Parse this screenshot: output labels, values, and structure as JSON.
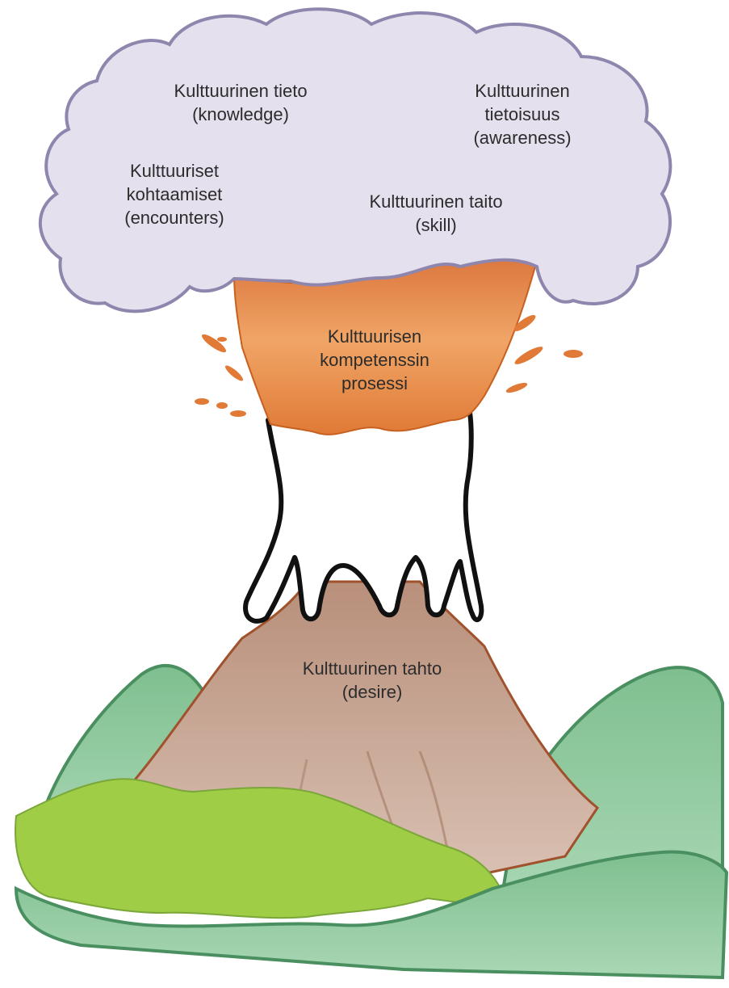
{
  "labels": {
    "knowledge": [
      "Kulttuurinen tieto",
      "(knowledge)"
    ],
    "awareness": [
      "Kulttuurinen",
      "tietoisuus",
      "(awareness)"
    ],
    "encounters": [
      "Kulttuuriset",
      "kohtaamiset",
      "(encounters)"
    ],
    "skill": [
      "Kulttuurinen taito",
      "(skill)"
    ],
    "process": [
      "Kulttuurisen",
      "kompetenssin",
      "prosessi"
    ],
    "desire": [
      "Kulttuurinen tahto",
      "(desire)"
    ]
  },
  "colors": {
    "cloud_fill": "#e4e0ee",
    "cloud_stroke": "#8f86ad",
    "eruption": "#e88a42",
    "volcano": "#c7a592",
    "grass_light": "#9fcd45",
    "hill_green": "#8fc7a0",
    "hill_stroke": "#4a8f5f"
  }
}
